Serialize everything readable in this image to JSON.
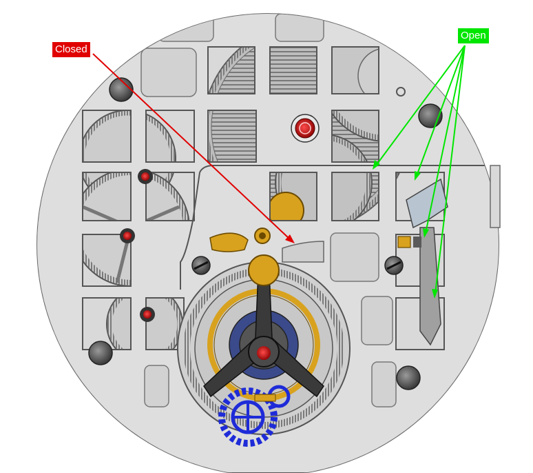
{
  "labels": {
    "closed": "Closed",
    "open": "Open"
  },
  "colors": {
    "closed": "#e00000",
    "open": "#00e600",
    "plate": "#d9d9d9",
    "plate_edge": "#6a6a6a",
    "gold": "#d8a21e",
    "blue": "#1e2bd8",
    "jewel": "#d10000"
  },
  "callouts": {
    "closed_count": 1,
    "open_count": 4
  }
}
